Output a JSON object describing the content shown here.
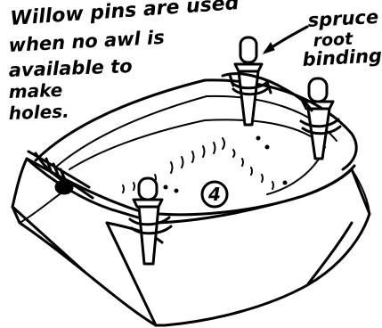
{
  "labels": {
    "willow_pins": [
      "Willow pins are used",
      "when no awl is",
      "available to",
      "make",
      "holes."
    ],
    "spruce_root": [
      "spruce",
      "root",
      "binding"
    ],
    "step_number": "4"
  }
}
